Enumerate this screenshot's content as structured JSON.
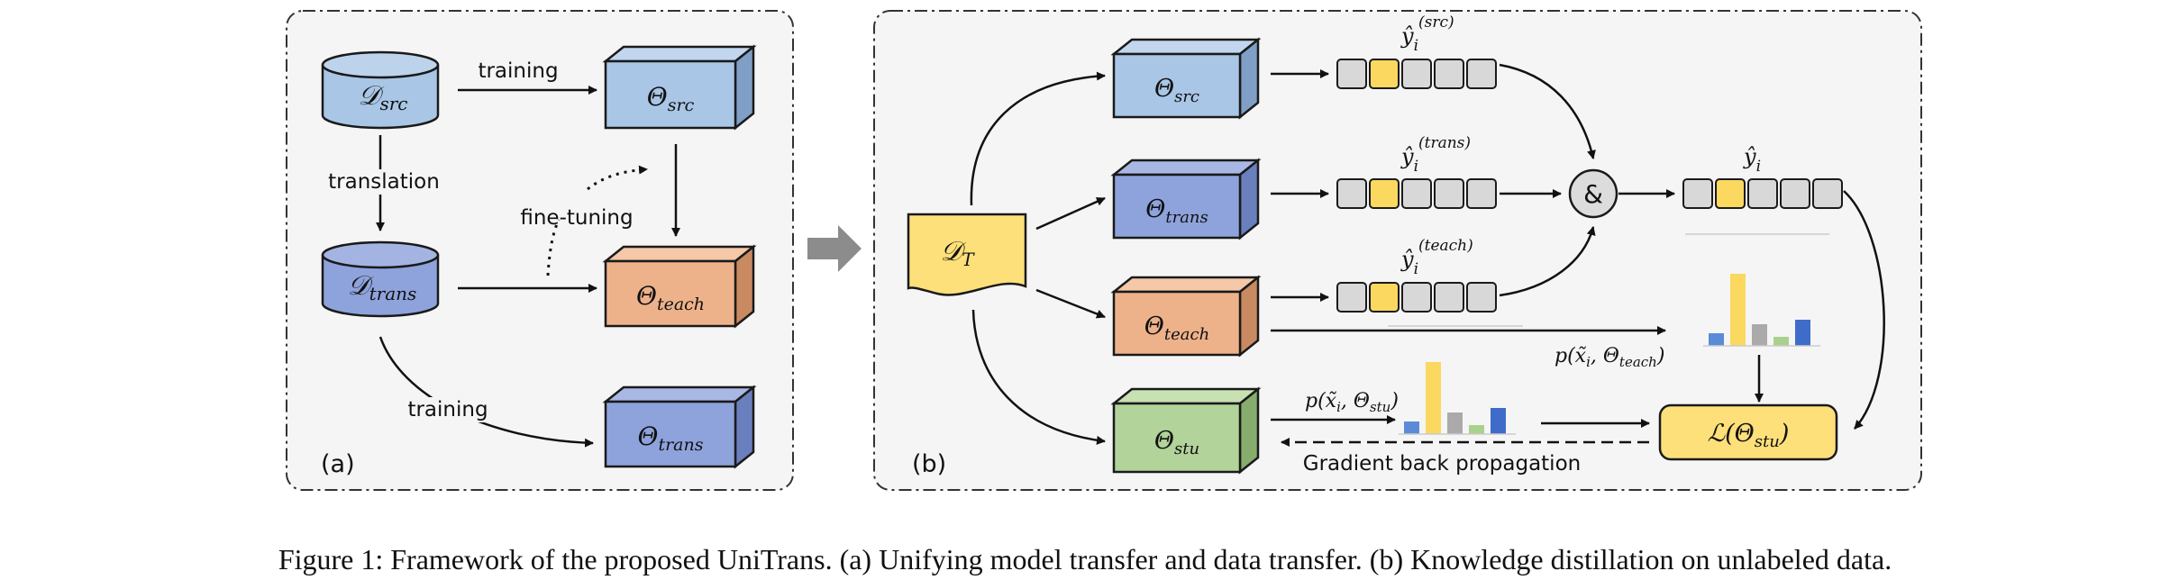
{
  "panel_a": {
    "label": "(a)",
    "d_src": "𝒟",
    "d_src_sub": "src",
    "d_trans": "𝒟",
    "d_trans_sub": "trans",
    "theta_src": "Θ",
    "theta_src_sub": "src",
    "theta_teach": "Θ",
    "theta_teach_sub": "teach",
    "theta_trans": "Θ",
    "theta_trans_sub": "trans",
    "edge_training_top": "training",
    "edge_translation": "translation",
    "edge_finetuning": "fine-tuning",
    "edge_training_bottom": "training"
  },
  "panel_b": {
    "label": "(b)",
    "d_t": "𝒟",
    "d_t_sub": "T",
    "theta_src": "Θ",
    "theta_src_sub": "src",
    "theta_trans": "Θ",
    "theta_trans_sub": "trans",
    "theta_teach": "Θ",
    "theta_teach_sub": "teach",
    "theta_stu": "Θ",
    "theta_stu_sub": "stu",
    "y_src_base": "ŷ",
    "y_src_sub": "i",
    "y_src_sup": "(src)",
    "y_trans_base": "ŷ",
    "y_trans_sub": "i",
    "y_trans_sup": "(trans)",
    "y_teach_base": "ŷ",
    "y_teach_sub": "i",
    "y_teach_sup": "(teach)",
    "y_base": "ŷ",
    "y_sub": "i",
    "combine_symbol": "&",
    "p_teach_label": "p(x̃ᵢ, Θteach)",
    "p_teach_pre": "p(x̃",
    "p_teach_i": "i",
    "p_teach_mid": ", Θ",
    "p_teach_sub": "teach",
    "p_teach_post": ")",
    "p_stu_pre": "p(x̃",
    "p_stu_i": "i",
    "p_stu_mid": ", Θ",
    "p_stu_sub": "stu",
    "p_stu_post": ")",
    "loss_pre": "ℒ(Θ",
    "loss_sub": "stu",
    "loss_post": ")",
    "gradient_label": "Gradient back propagation"
  },
  "caption": "Figure 1: Framework of the proposed UniTrans. (a) Unifying model transfer and data transfer. (b) Knowledge distillation on unlabeled data.",
  "colors": {
    "src": "#a9c6e6",
    "trans": "#8ea3dc",
    "teach": "#eeb28a",
    "stu": "#b2d39a",
    "data_t": "#fde07a",
    "loss": "#fde07a",
    "bar_blue": "#5b8bd6",
    "bar_yellow": "#fbd860",
    "bar_gray": "#aaaaaa",
    "bar_green": "#a9d18e",
    "bar_navy": "#3f6cc9"
  }
}
